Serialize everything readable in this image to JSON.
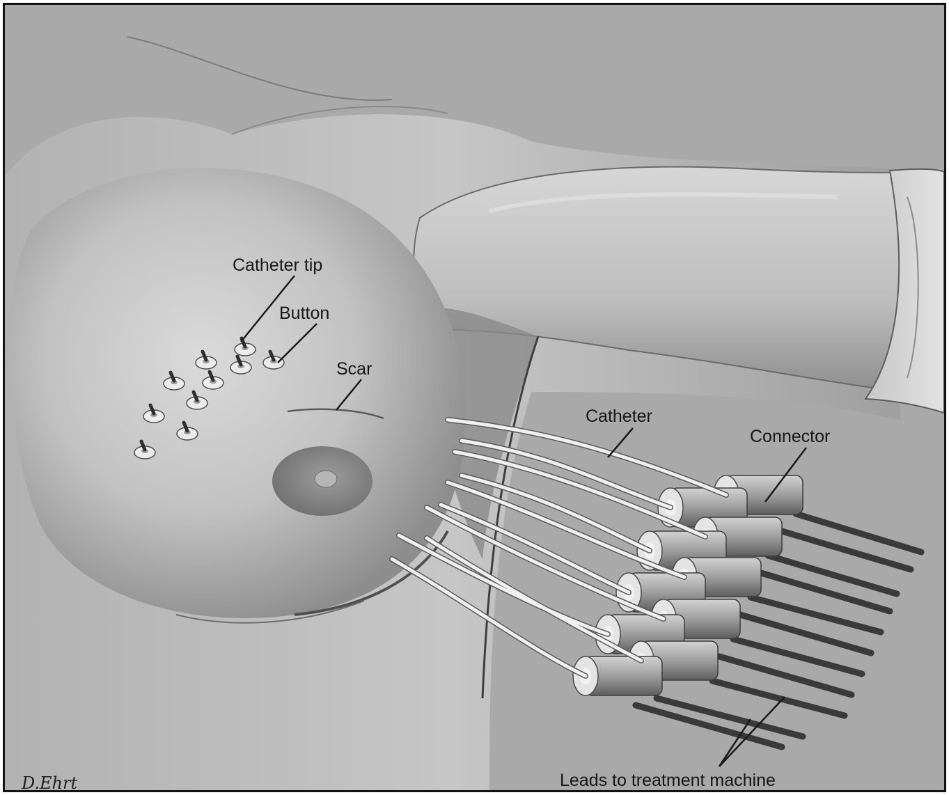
{
  "labels": {
    "catheter_tip": "Catheter tip",
    "button": "Button",
    "scar": "Scar",
    "catheter": "Catheter",
    "connector": "Connector",
    "leads": "Leads to treatment machine"
  },
  "signature": "D.Ehrt",
  "colors": {
    "background": "#a9a9a9",
    "skin_highlight": "#d9d9d9",
    "skin_mid": "#b9b9b9",
    "shadow": "#6e6e6e",
    "outline": "#141414"
  },
  "icons": {
    "button": "catheter-button-icon",
    "connector": "connector-cylinder-icon"
  }
}
